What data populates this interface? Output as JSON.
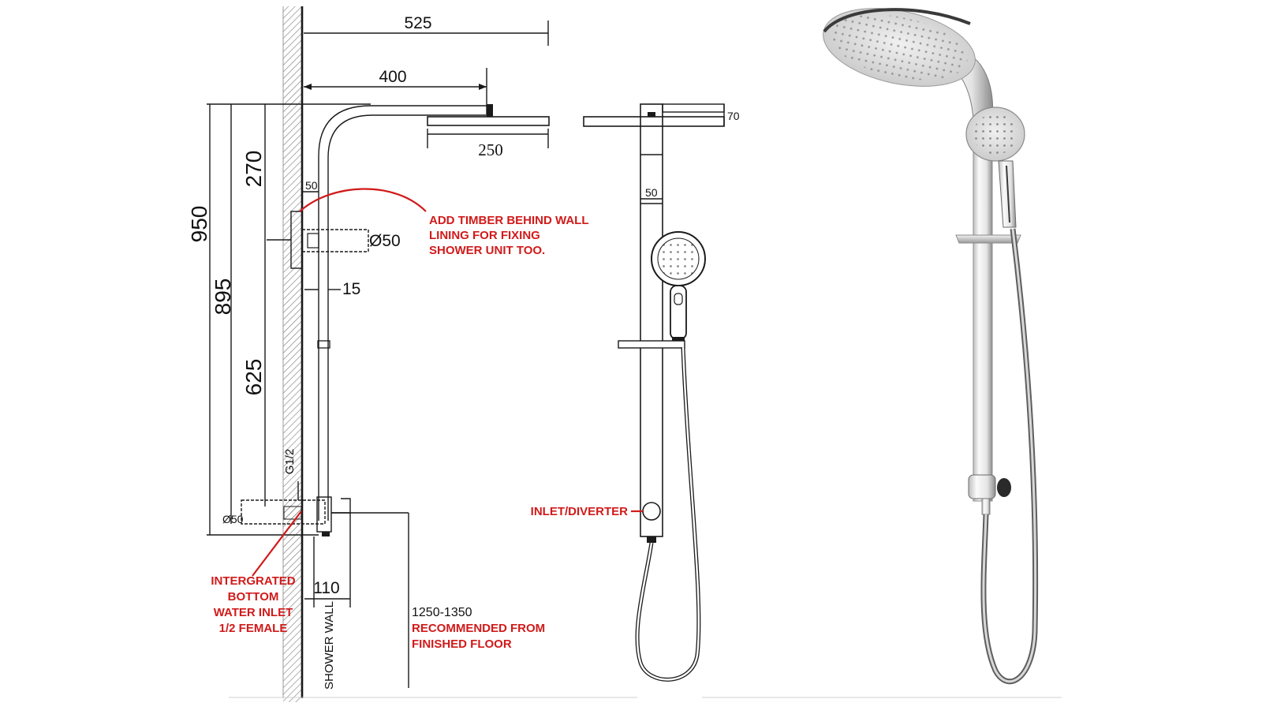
{
  "dimensions": {
    "d525": "525",
    "d400": "400",
    "d250": "250",
    "d950": "950",
    "d895": "895",
    "d270": "270",
    "d625": "625",
    "d50_side": "50",
    "d50_front": "50",
    "d_dia50_bracket": "Ø50",
    "d15": "15",
    "d_g12": "G1/2",
    "d_dia50_bottom": "Ø50",
    "d110": "110",
    "d70": "70",
    "d_height_range": "1250-1350"
  },
  "labels": {
    "timber_note": [
      "ADD TIMBER BEHIND WALL",
      "LINING FOR FIXING",
      "SHOWER UNIT TOO."
    ],
    "inlet_note": [
      "INTERGRATED",
      "BOTTOM",
      "WATER INLET",
      "1/2 FEMALE"
    ],
    "diverter_label": "INLET/DIVERTER",
    "shower_wall": "SHOWER WALL",
    "recommended_note": [
      "RECOMMENDED FROM",
      "FINISHED FLOOR"
    ]
  },
  "colors": {
    "line": "#1a1a1a",
    "annotation_red": "#d11a1a",
    "chrome_light": "#e8e8e8",
    "chrome_dark": "#6a6a6a"
  }
}
